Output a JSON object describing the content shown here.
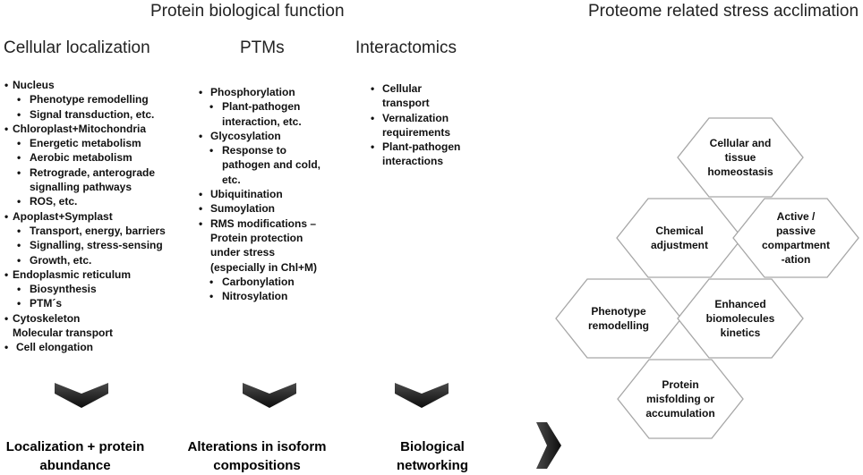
{
  "header": {
    "left_title": "Protein biological function",
    "right_title": "Proteome related stress acclimation"
  },
  "columns": [
    {
      "heading": "Cellular localization",
      "items": [
        {
          "text": "Nucleus",
          "level": 0
        },
        {
          "text": "Phenotype remodelling",
          "level": 1
        },
        {
          "text": "Signal transduction, etc.",
          "level": 1
        },
        {
          "text": "Chloroplast+Mitochondria",
          "level": 0
        },
        {
          "text": "Energetic metabolism",
          "level": 1
        },
        {
          "text": "Aerobic metabolism",
          "level": 1
        },
        {
          "text": "Retrograde, anterograde signalling pathways",
          "level": 1
        },
        {
          "text": "ROS, etc.",
          "level": 1
        },
        {
          "text": "Apoplast+Symplast",
          "level": 0
        },
        {
          "text": "Transport, energy, barriers",
          "level": 1
        },
        {
          "text": "Signalling, stress-sensing",
          "level": 1
        },
        {
          "text": "Growth, etc.",
          "level": 1
        },
        {
          "text": "Endoplasmic reticulum",
          "level": 0
        },
        {
          "text": "Biosynthesis",
          "level": 1
        },
        {
          "text": "PTM´s",
          "level": 1
        },
        {
          "text": "Cytoskeleton",
          "level": 0
        },
        {
          "text": "Molecular transport",
          "level": 4
        },
        {
          "text": "Cell elongation",
          "level": 2
        }
      ],
      "outcome": "Localization + protein abundance"
    },
    {
      "heading": "PTMs",
      "items": [
        {
          "text": "Phosphorylation",
          "level": 2
        },
        {
          "text": "Plant-pathogen interaction, etc.",
          "level": 3
        },
        {
          "text": "Glycosylation",
          "level": 2
        },
        {
          "text": "Response to pathogen and cold, etc.",
          "level": 3
        },
        {
          "text": "Ubiquitination",
          "level": 2
        },
        {
          "text": "Sumoylation",
          "level": 2
        },
        {
          "text": "RMS modifications – Protein protection under stress (especially in Chl+M)",
          "level": 2
        },
        {
          "text": "Carbonylation",
          "level": 3
        },
        {
          "text": "Nitrosylation",
          "level": 3
        }
      ],
      "outcome": "Alterations in isoform compositions"
    },
    {
      "heading": "Interactomics",
      "items": [
        {
          "text": "Cellular transport",
          "level": 2
        },
        {
          "text": "Vernalization requirements",
          "level": 2
        },
        {
          "text": "Plant-pathogen interactions",
          "level": 2
        }
      ],
      "outcome": "Biological networking"
    }
  ],
  "hexagons": [
    {
      "label": "Cellular and tissue homeostasis"
    },
    {
      "label": "Chemical adjustment"
    },
    {
      "label": "Active / passive compartment -ation"
    },
    {
      "label": "Phenotype remodelling"
    },
    {
      "label": "Enhanced biomolecules kinetics"
    },
    {
      "label": "Protein misfolding or accumulation"
    }
  ],
  "colors": {
    "hex_fill": "#ffffff",
    "hex_stroke": "#a6a6a6",
    "chevron_dark": "#0d0d0d",
    "chevron_light": "#4a4a4a",
    "text": "#111111"
  }
}
